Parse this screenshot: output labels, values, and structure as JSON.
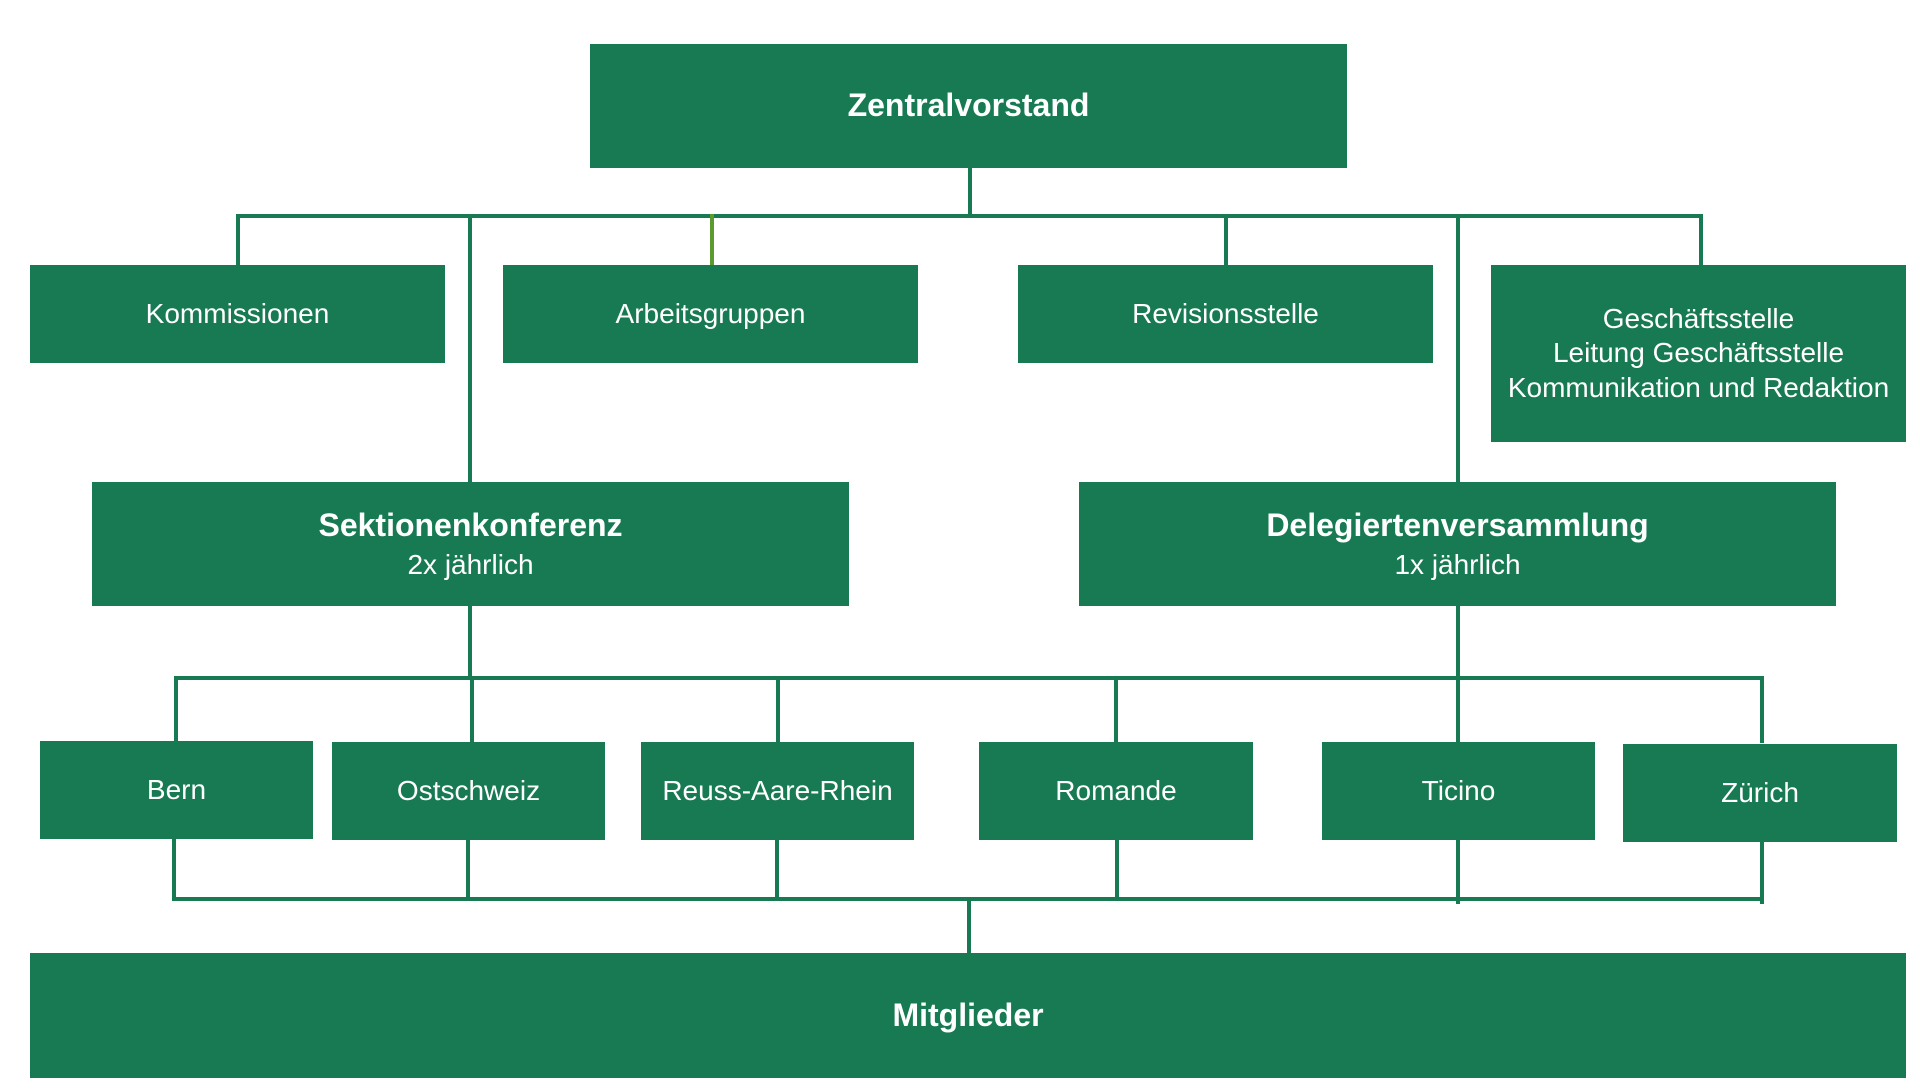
{
  "colors": {
    "box_fill": "#177a52",
    "text": "#ffffff",
    "connector": "#177a52",
    "accent_connector": "#5a9a2e"
  },
  "top": {
    "title": "Zentralvorstand"
  },
  "level2": {
    "kommissionen": "Kommissionen",
    "arbeitsgruppen": "Arbeitsgruppen",
    "revisionsstelle": "Revisionsstelle",
    "geschaeftsstelle": {
      "line1": "Geschäftsstelle",
      "line2": "Leitung Geschäftsstelle",
      "line3": "Kommunikation und Redaktion"
    }
  },
  "level3": {
    "sektionenkonferenz": {
      "title": "Sektionenkonferenz",
      "frequency": "2x jährlich"
    },
    "delegiertenversammlung": {
      "title": "Delegiertenversammlung",
      "frequency": "1x jährlich"
    }
  },
  "sections": {
    "bern": "Bern",
    "ostschweiz": "Ostschweiz",
    "reuss_aare_rhein": "Reuss-Aare-Rhein",
    "romande": "Romande",
    "ticino": "Ticino",
    "zuerich": "Zürich"
  },
  "bottom": {
    "title": "Mitglieder"
  }
}
